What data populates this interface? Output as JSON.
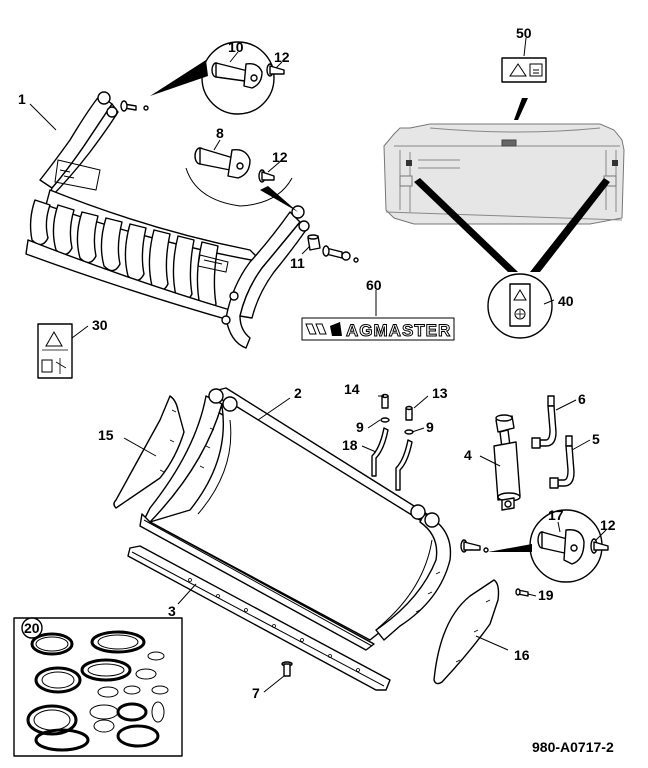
{
  "diagram": {
    "reference_code": "980-A0717-2",
    "callouts": [
      {
        "id": "c1",
        "label": "1"
      },
      {
        "id": "c2",
        "label": "2"
      },
      {
        "id": "c3",
        "label": "3"
      },
      {
        "id": "c4",
        "label": "4"
      },
      {
        "id": "c5",
        "label": "5"
      },
      {
        "id": "c6",
        "label": "6"
      },
      {
        "id": "c7",
        "label": "7"
      },
      {
        "id": "c8",
        "label": "8"
      },
      {
        "id": "c9a",
        "label": "9"
      },
      {
        "id": "c9b",
        "label": "9"
      },
      {
        "id": "c10",
        "label": "10"
      },
      {
        "id": "c11",
        "label": "11"
      },
      {
        "id": "c12a",
        "label": "12"
      },
      {
        "id": "c12b",
        "label": "12"
      },
      {
        "id": "c12c",
        "label": "12"
      },
      {
        "id": "c13",
        "label": "13"
      },
      {
        "id": "c14",
        "label": "14"
      },
      {
        "id": "c15",
        "label": "15"
      },
      {
        "id": "c16",
        "label": "16"
      },
      {
        "id": "c17",
        "label": "17"
      },
      {
        "id": "c18",
        "label": "18"
      },
      {
        "id": "c19",
        "label": "19"
      },
      {
        "id": "c20",
        "label": "20"
      },
      {
        "id": "c30",
        "label": "30"
      },
      {
        "id": "c40",
        "label": "40"
      },
      {
        "id": "c50",
        "label": "50"
      },
      {
        "id": "c60",
        "label": "60"
      }
    ],
    "decal_brand": "AGMASTER"
  }
}
